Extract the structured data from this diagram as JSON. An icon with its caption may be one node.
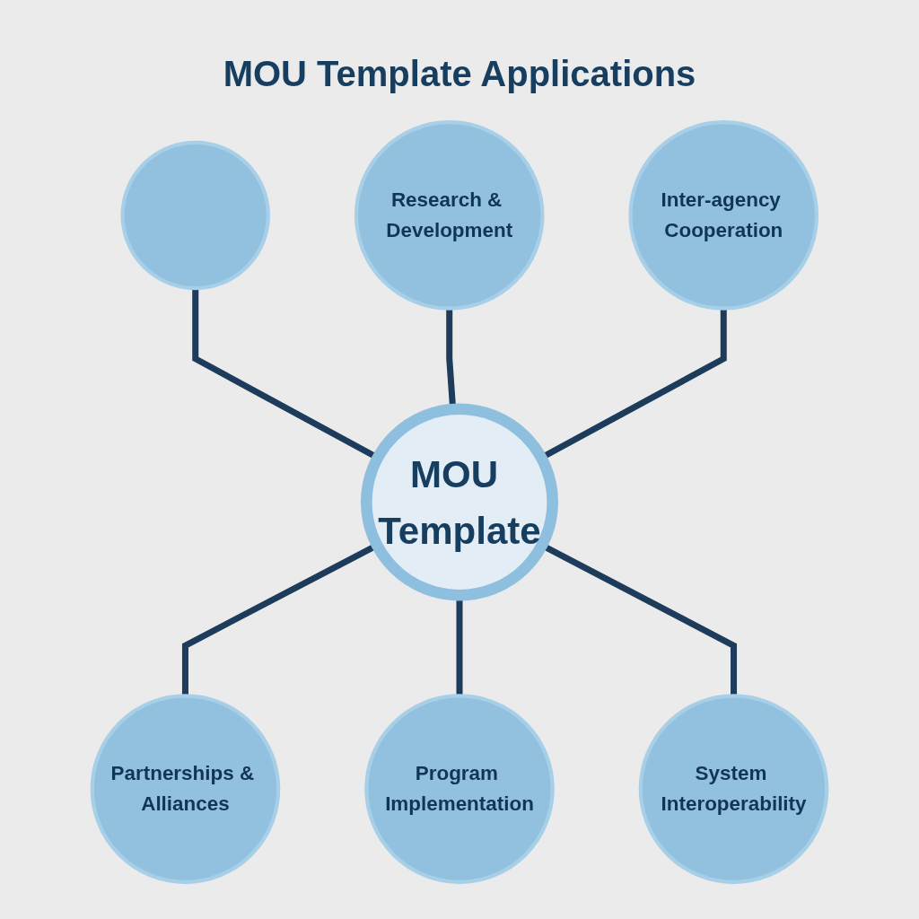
{
  "diagram": {
    "title": "MOU Template Applications",
    "nodes": [
      {
        "text": [],
        "shape": "circle"
      },
      {
        "text": [
          "Research & Development"
        ]
      },
      {
        "text": [
          "Inter-agency Cooperation"
        ]
      },
      {
        "text": [
          "MOU Template"
        ]
      },
      {
        "text": [
          "Partnerships & Alliances"
        ]
      },
      {
        "text": [
          "Program Implementation"
        ]
      },
      {
        "text": [
          "System Interoperability"
        ]
      }
    ],
    "edges": [
      {
        "from": 0,
        "to": 3,
        "arrow": "none"
      },
      {
        "from": 1,
        "to": 3,
        "arrow": "none"
      },
      {
        "from": 2,
        "to": 3,
        "arrow": "none"
      },
      {
        "from": 3,
        "to": 4,
        "arrow": "none"
      },
      {
        "from": 3,
        "to": 5,
        "arrow": "none"
      },
      {
        "from": 3,
        "to": 6,
        "arrow": "none"
      }
    ]
  }
}
